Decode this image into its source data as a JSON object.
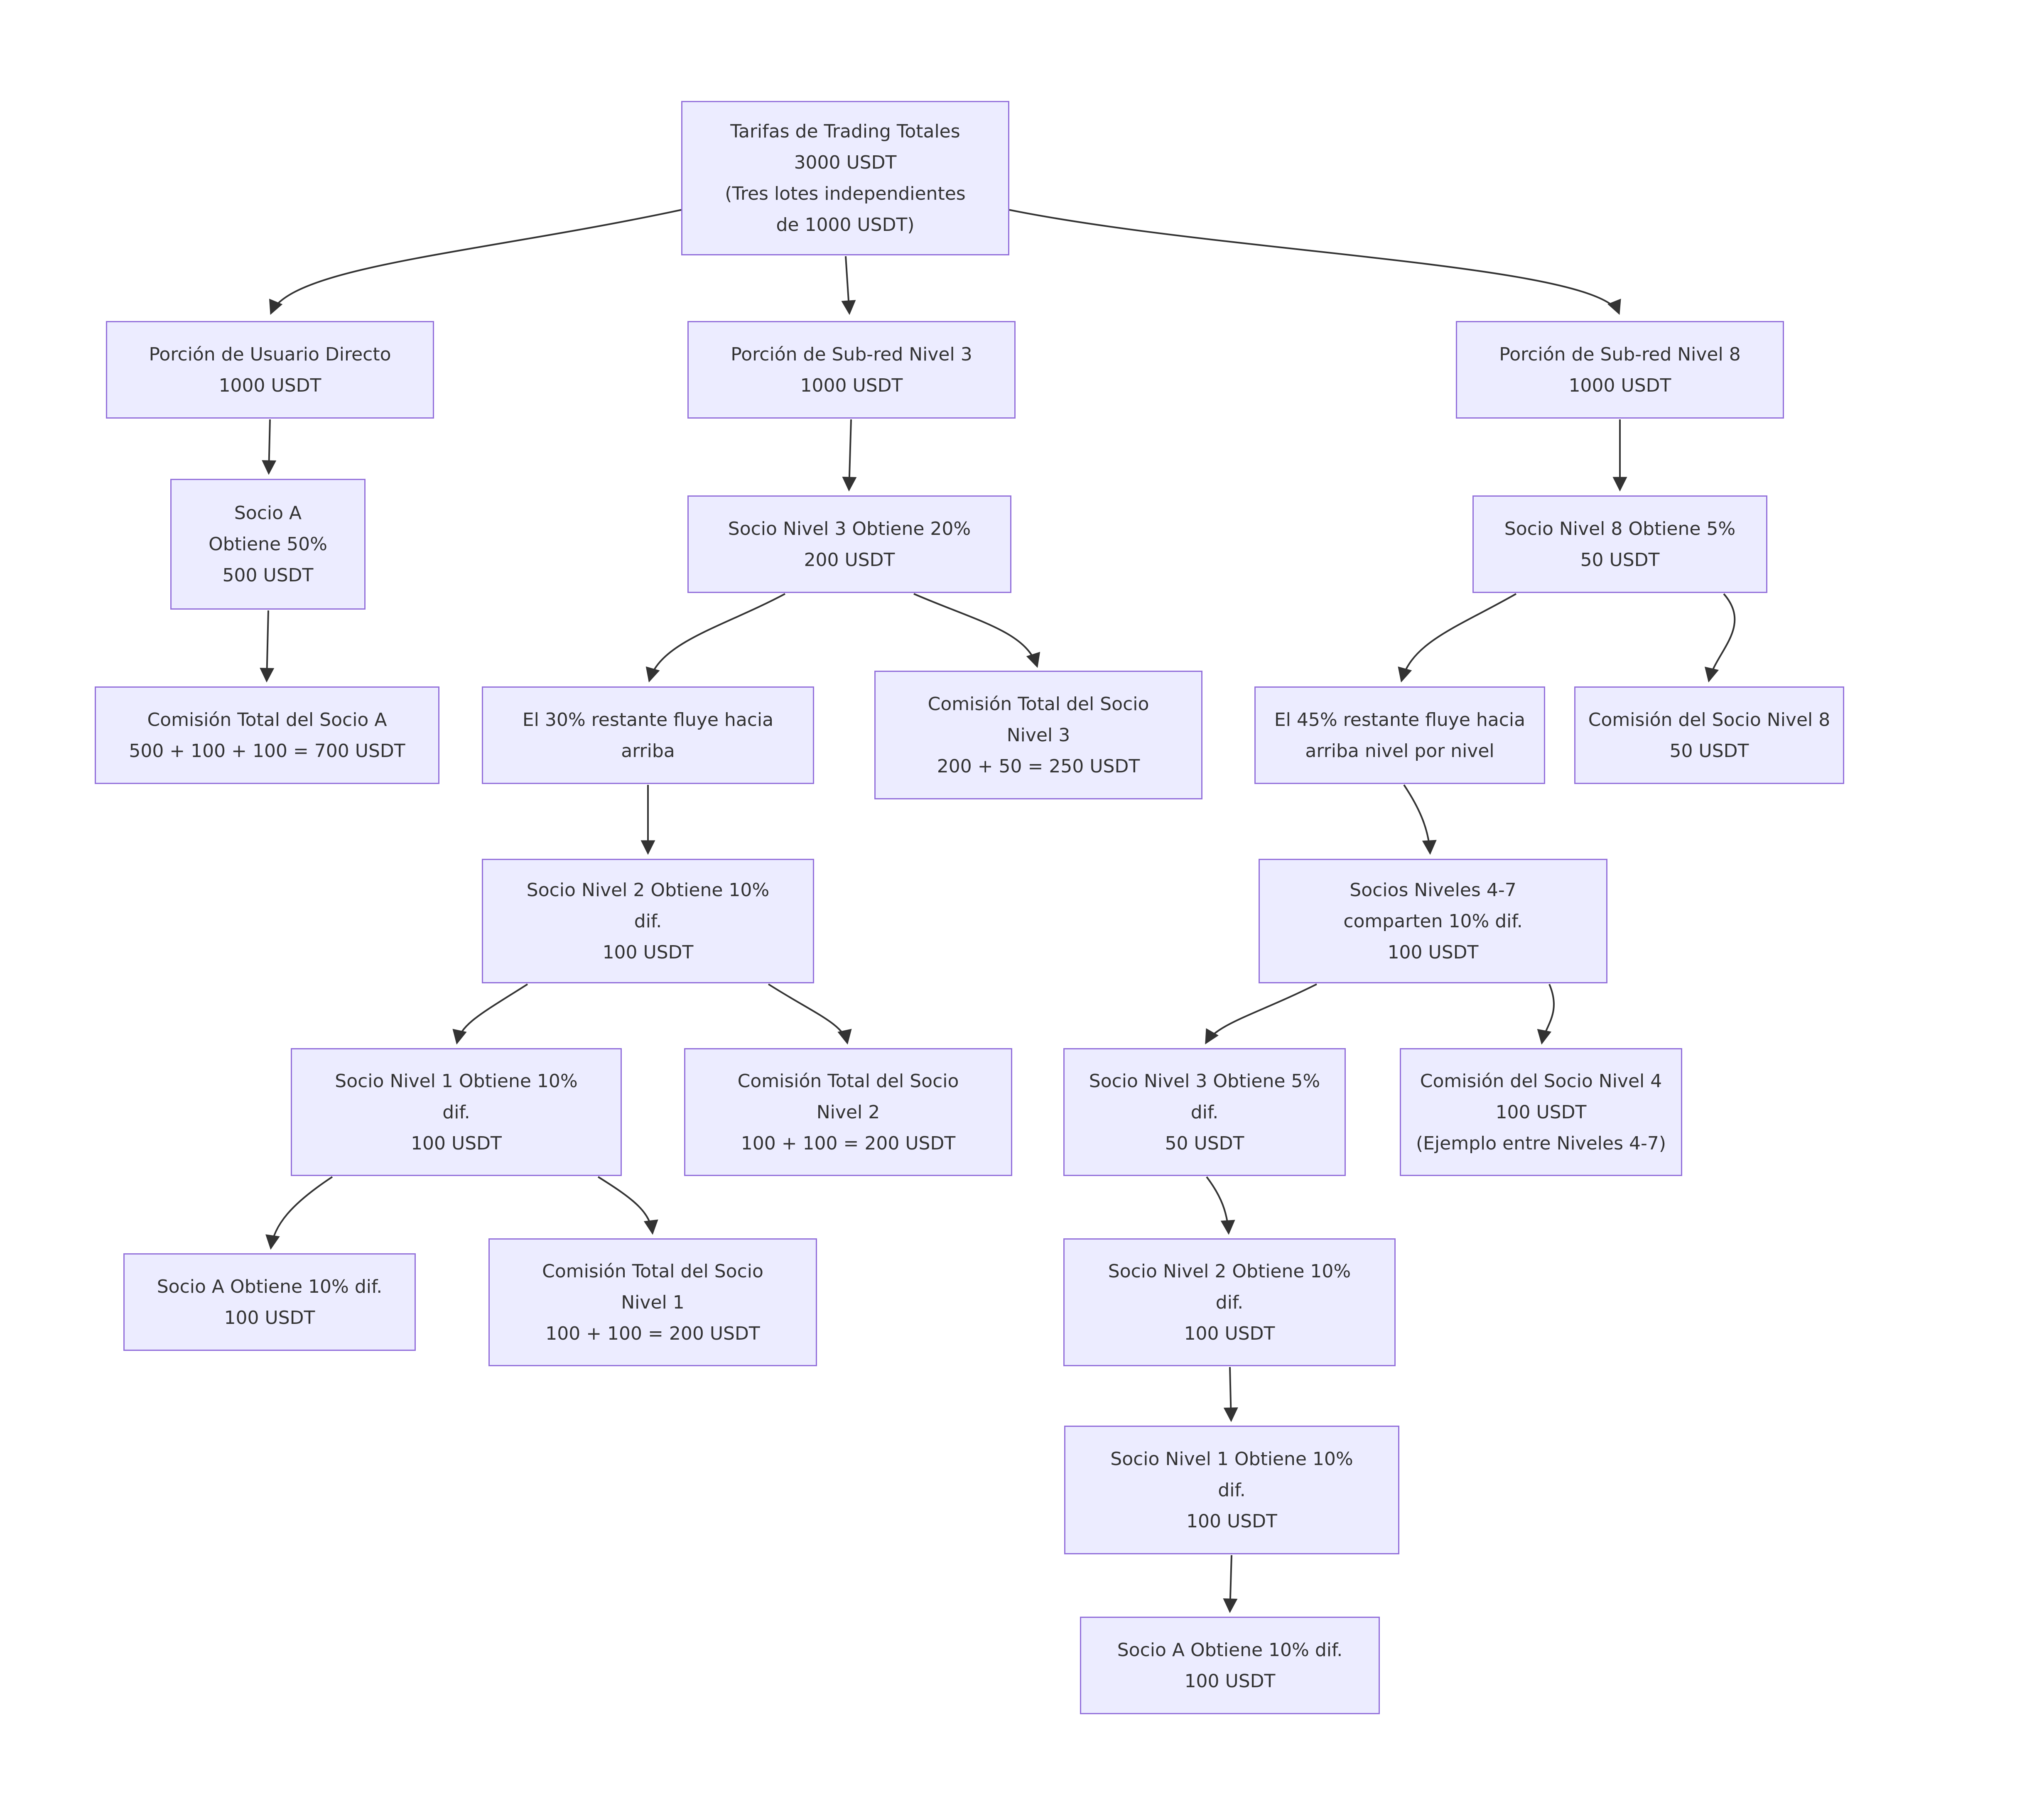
{
  "diagram": {
    "type": "flowchart",
    "background_color": "#ffffff",
    "node_fill": "#ECECFF",
    "node_border_color": "#9370DB",
    "text_color": "#333333",
    "edge_color": "#333333"
  },
  "nodes": {
    "root": "Tarifas de Trading Totales\n3000 USDT\n(Tres lotes independientes\nde 1000 USDT)",
    "porcionDirecto": "Porción de Usuario Directo\n1000 USDT",
    "porcionSubred3": "Porción de Sub-red Nivel 3\n1000 USDT",
    "porcionSubred8": "Porción de Sub-red Nivel 8\n1000 USDT",
    "socioA50": "Socio A\nObtiene 50%\n500 USDT",
    "nivel3_20": "Socio Nivel 3 Obtiene 20%\n200 USDT",
    "nivel8_5": "Socio Nivel 8 Obtiene 5%\n50 USDT",
    "comisionSocioA": "Comisión Total del Socio A\n500 + 100 + 100 = 700 USDT",
    "flujo30": "El 30% restante fluye hacia\narriba",
    "comisionNivel3": "Comisión Total del Socio\nNivel 3\n200 + 50 = 250 USDT",
    "flujo45": "El 45% restante fluye hacia\narriba nivel por nivel",
    "comisionNivel8": "Comisión del Socio Nivel 8\n50 USDT",
    "nivel2_10m": "Socio Nivel 2 Obtiene 10%\ndif.\n100 USDT",
    "socios47": "Socios Niveles 4-7\ncomparten 10% dif.\n100 USDT",
    "nivel1_10m": "Socio Nivel 1 Obtiene 10%\ndif.\n100 USDT",
    "comisionNivel2": "Comisión Total del Socio\nNivel 2\n100 + 100 = 200 USDT",
    "nivel3_5": "Socio Nivel 3 Obtiene 5%\ndif.\n50 USDT",
    "comisionNivel4": "Comisión del Socio Nivel 4\n100 USDT\n(Ejemplo entre Niveles 4-7)",
    "socioA10m": "Socio A Obtiene 10% dif.\n100 USDT",
    "comisionNivel1": "Comisión Total del Socio\nNivel 1\n100 + 100 = 200 USDT",
    "nivel2_10r": "Socio Nivel 2 Obtiene 10%\ndif.\n100 USDT",
    "nivel1_10r": "Socio Nivel 1 Obtiene 10%\ndif.\n100 USDT",
    "socioA10r": "Socio A Obtiene 10% dif.\n100 USDT"
  }
}
